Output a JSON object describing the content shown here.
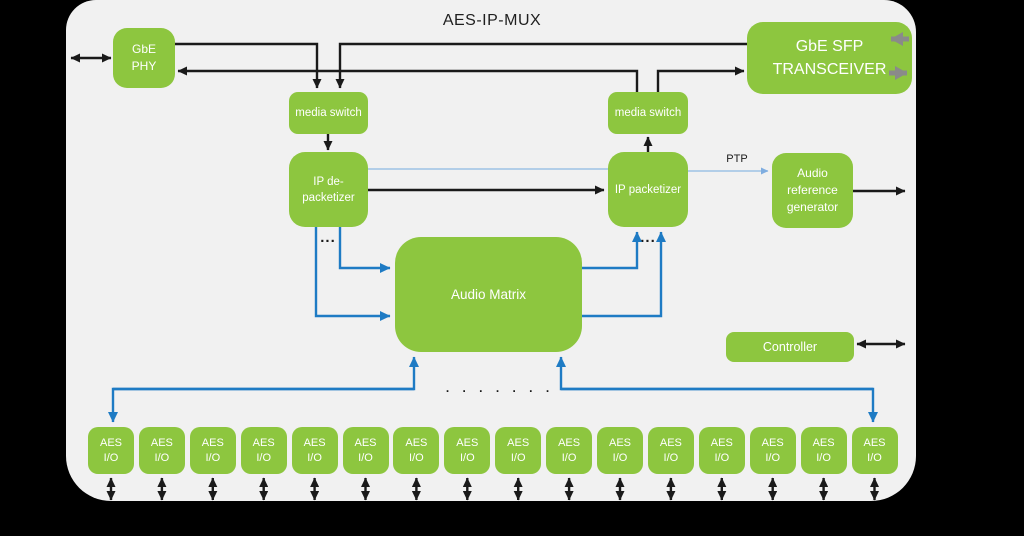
{
  "title": "AES-IP-MUX",
  "boxes": {
    "gbe_phy": {
      "line1": "GbE",
      "line2": "PHY"
    },
    "media_switch_left": {
      "label": "media switch"
    },
    "media_switch_right": {
      "label": "media switch"
    },
    "ip_depacketizer": {
      "line1": "IP de-",
      "line2": "packetizer"
    },
    "ip_packetizer": {
      "label": "IP packetizer"
    },
    "transceiver": {
      "line1": "GbE SFP",
      "line2": "TRANSCEIVER"
    },
    "audio_ref_generator": {
      "line1": "Audio",
      "line2": "reference",
      "line3": "generator"
    },
    "audio_matrix": {
      "label": "Audio Matrix"
    },
    "controller": {
      "label": "Controller"
    }
  },
  "labels": {
    "ptp": "PTP",
    "ellipsis_left": "...",
    "ellipsis_right": "...",
    "bottom_dots": ". . . . . . ."
  },
  "aes_io": {
    "count": 16,
    "line1": "AES",
    "line2": "I/O"
  },
  "colors": {
    "box_green": "#8dc63f",
    "arrow_black": "#1a1a1a",
    "arrow_blue": "#1e7bc4",
    "arrow_lightblue": "#9dc3e6",
    "arrow_gray": "#8a8a8a",
    "canvas_bg": "#f1f1f1",
    "outer_bg": "#000000"
  }
}
